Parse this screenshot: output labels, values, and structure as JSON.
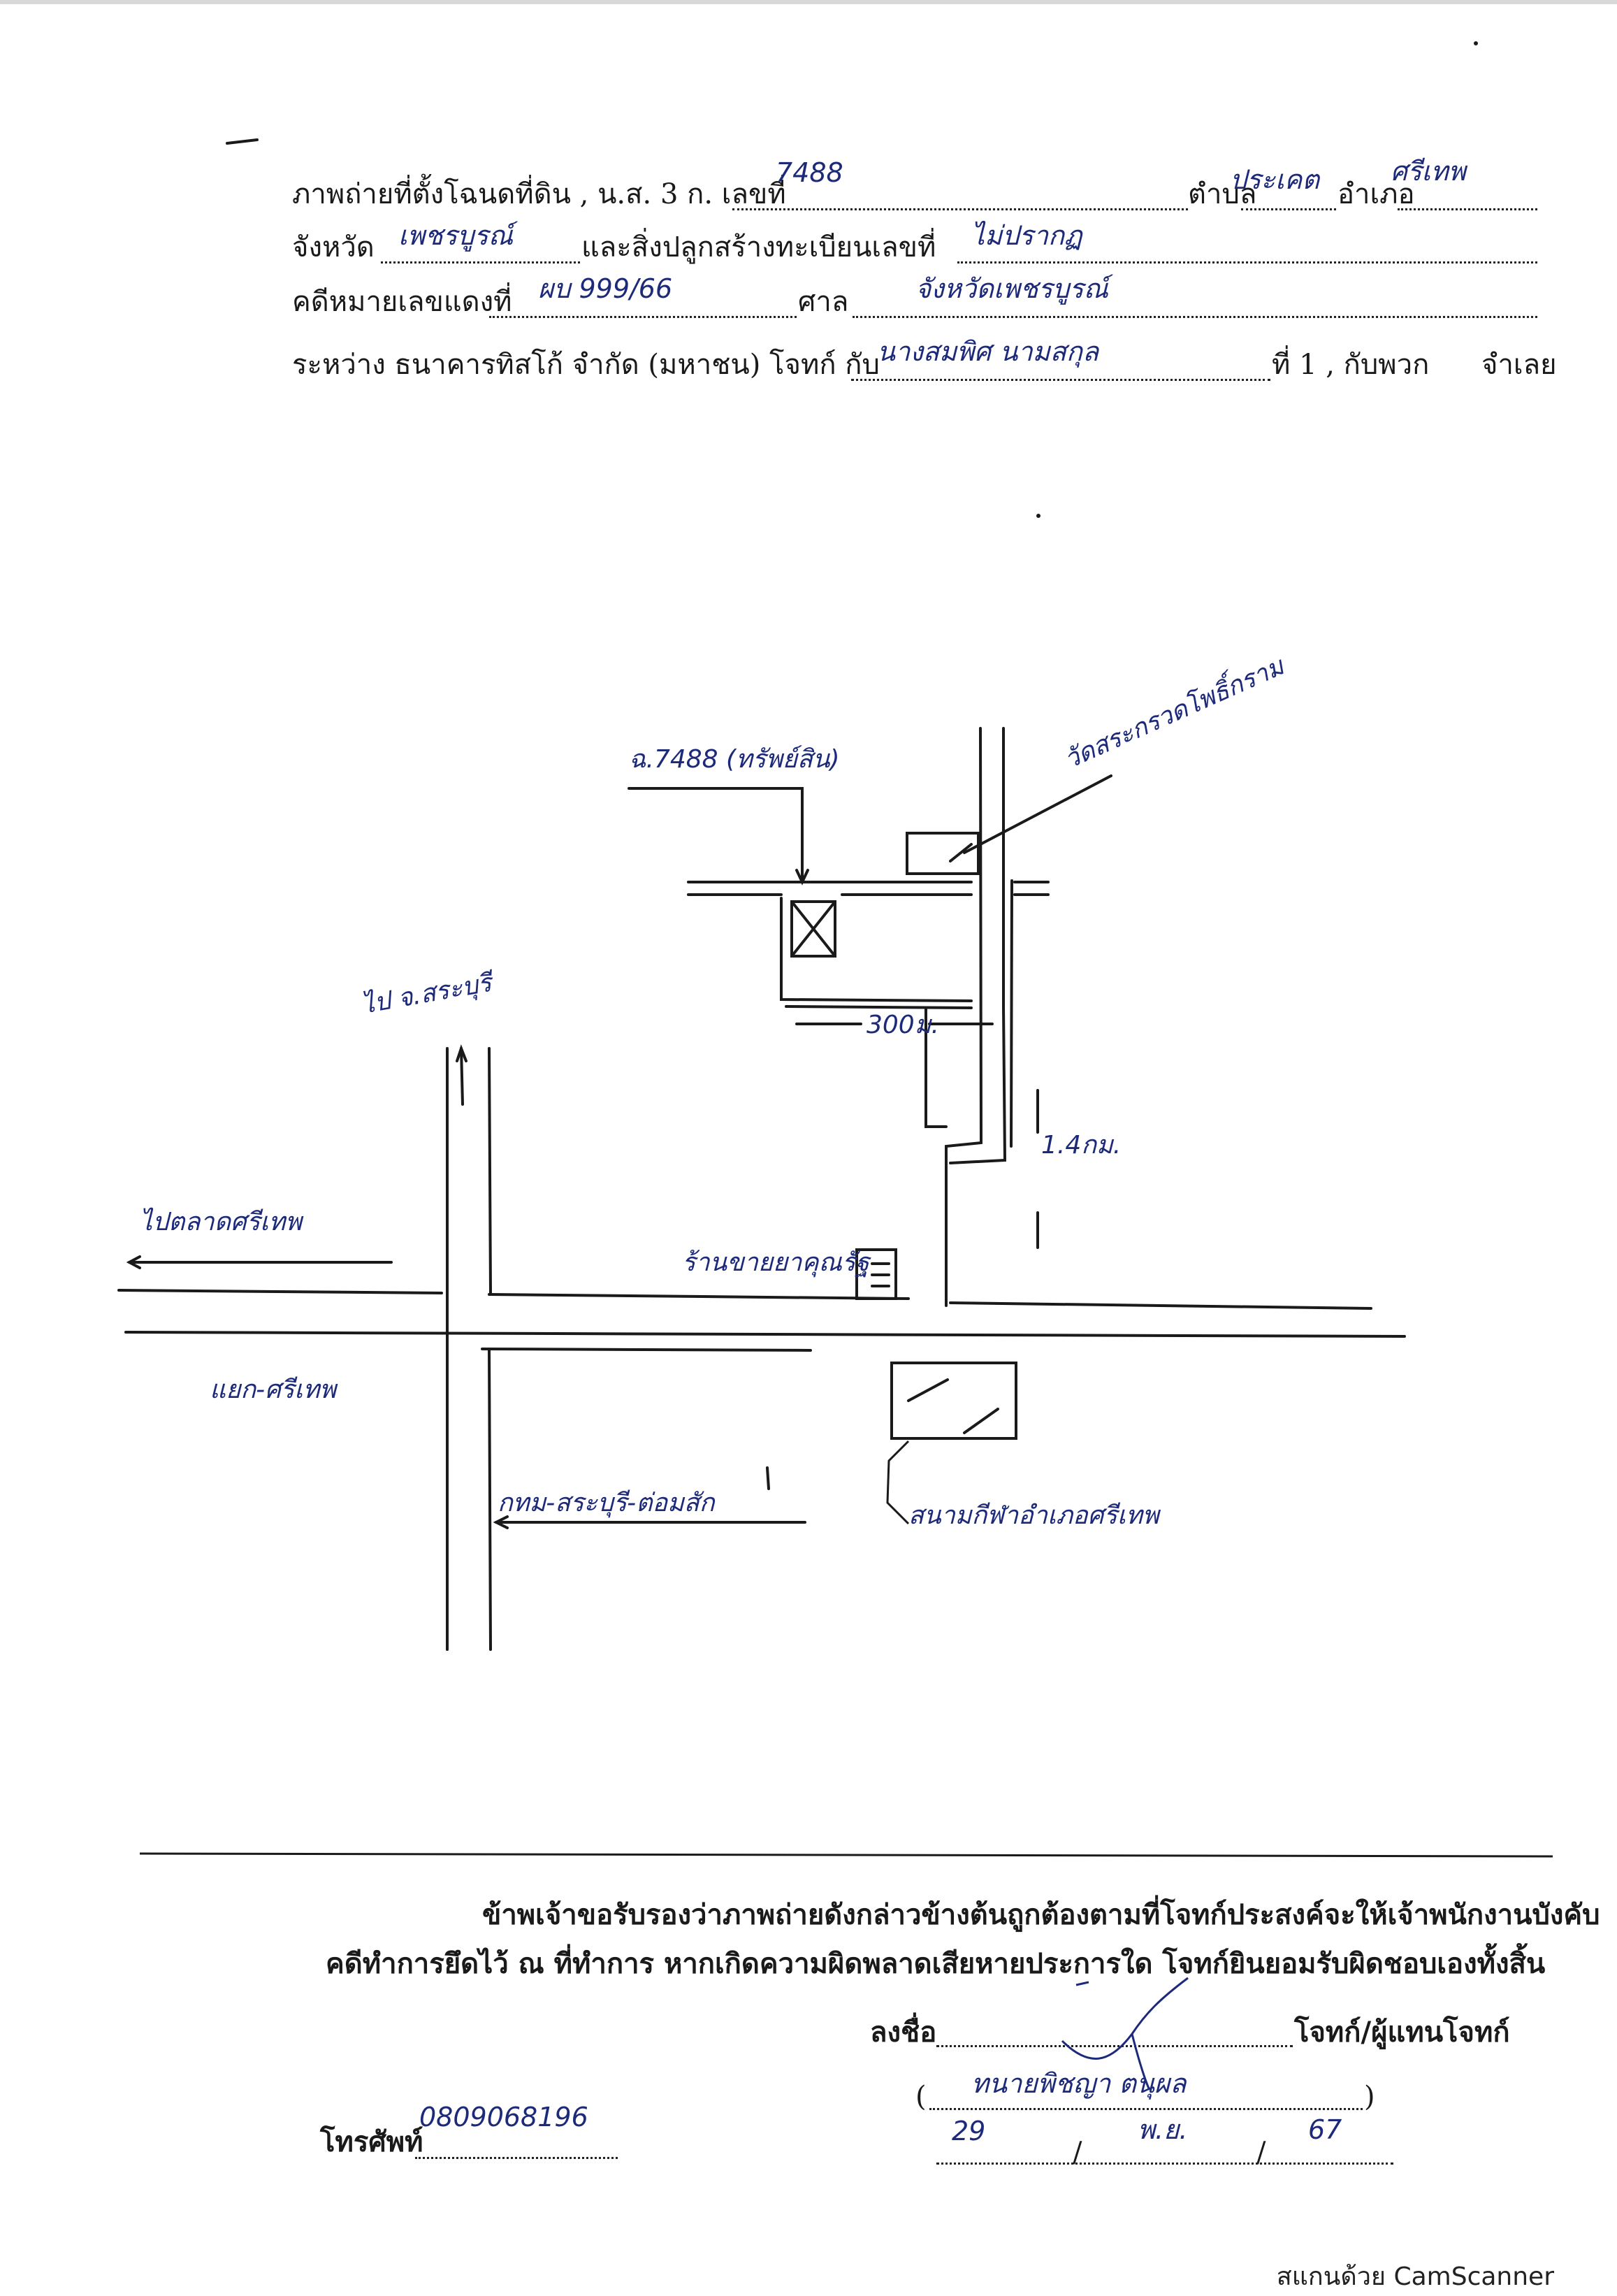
{
  "form": {
    "line1": {
      "label": "ภาพถ่ายที่ตั้งโฉนดที่ดิน , น.ส. 3 ก. เลขที่",
      "deed_number": "7488",
      "subdistrict_label": "ตำบล",
      "subdistrict": "ประเคต",
      "district_label": "อำเภอ",
      "district": "ศรีเทพ"
    },
    "line2": {
      "province_label": "จังหวัด",
      "province": "เพชรบูรณ์",
      "building_label": "และสิ่งปลูกสร้างทะเบียนเลขที่",
      "building_number": "ไม่ปรากฏ"
    },
    "line3": {
      "case_label": "คดีหมายเลขแดงที่",
      "case_number": "ผบ 999/66",
      "court_label": "ศาล",
      "court": "จังหวัดเพชรบูรณ์"
    },
    "line4": {
      "between_label": "ระหว่าง ธนาคารทิสโก้ จำกัด (มหาชน) โจทก์ กับ",
      "defendant": "นางสมพิศ นามสกุล",
      "defendant_suffix": "ที่ 1 , กับพวก",
      "role": "จำเลย"
    }
  },
  "map": {
    "plot_label": "ฉ.7488 (ทรัพย์สิน)",
    "temple_label": "วัดสระกรวดโพธิ์กราม",
    "distance_300": "300ม.",
    "distance_1_4": "1.4กม.",
    "to_saraburi": "ไป จ.สระบุรี",
    "to_sithep_market": "ไปตลาดศรีเทพ",
    "intersection": "แยก-ศรีเทพ",
    "shop_label": "ร้านขายยาคุณรัฐ",
    "to_bangkok": "กทม-สระบุรี-ต่อมสัก",
    "stadium_label": "สนามกีฬาอำเภอศรีเทพ"
  },
  "certification": {
    "line1": "ข้าพเจ้าขอรับรองว่าภาพถ่ายดังกล่าวข้างต้นถูกต้องตามที่โจทก์ประสงค์จะให้เจ้าพนักงานบังคับ",
    "line2": "คดีทำการยึดไว้ ณ ที่ทำการ หากเกิดความผิดพลาดเสียหายประการใด โจทก์ยินยอมรับผิดชอบเองทั้งสิ้น"
  },
  "signature": {
    "sign_label": "ลงชื่อ",
    "role_label": "โจทก์/ผู้แทนโจทก์",
    "open_paren": "(",
    "name": "ทนายพิชญา ตนุผล",
    "close_paren": ")",
    "date_day": "29",
    "date_month": "พ.ย.",
    "date_year": "67",
    "phone_label": "โทรศัพท์",
    "phone": "0809068196"
  },
  "footer": {
    "watermark": "สแกนด้วย CamScanner"
  },
  "colors": {
    "ink_blue": "#1d2a7a",
    "print_black": "#1a1a1a"
  }
}
